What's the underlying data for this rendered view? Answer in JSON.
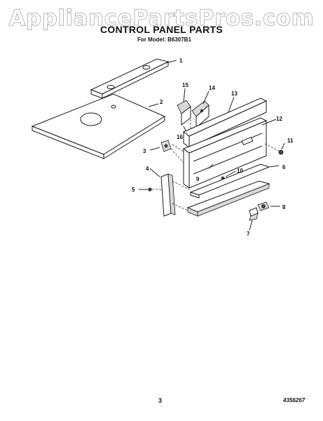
{
  "watermark": "AppliancePartsPros.com",
  "title": "CONTROL PANEL PARTS",
  "subtitle": "For Model: B6307B1",
  "callouts": {
    "c1": "1",
    "c2": "2",
    "c3": "3",
    "c4": "4",
    "c5": "5",
    "c6": "6",
    "c7": "7",
    "c8": "8",
    "c9": "9",
    "c10": "10",
    "c11": "11",
    "c12": "12",
    "c13": "13",
    "c14": "14",
    "c15": "15",
    "c16": "16"
  },
  "page_number": "3",
  "doc_number": "4356267"
}
